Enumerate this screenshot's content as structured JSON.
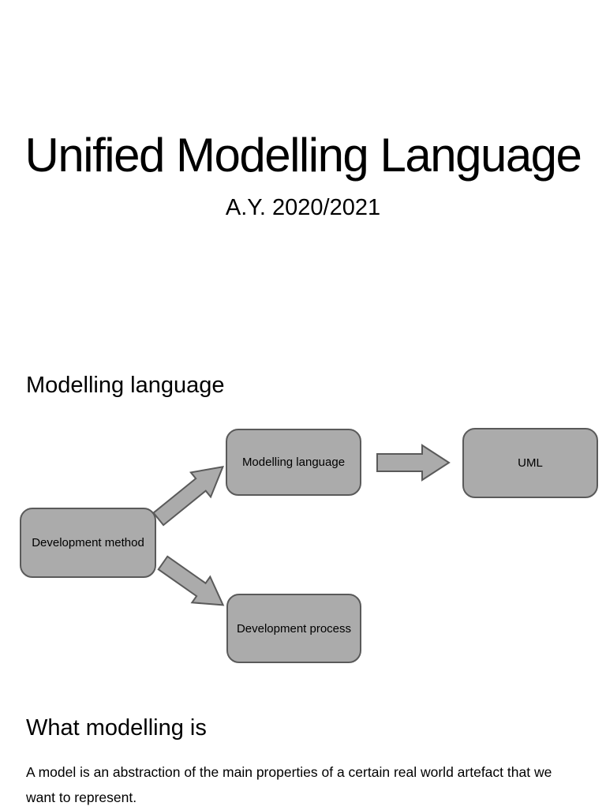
{
  "page": {
    "colors": {
      "page_bg": "#ffffff",
      "text_color": "#000000"
    }
  },
  "title": "Unified Modelling Language",
  "subtitle": "A.Y. 2020/2021",
  "sections": [
    {
      "heading": "Modelling language"
    },
    {
      "heading": "What modelling is",
      "body": "A model is an abstraction of the main properties of a certain real world artefact that we want to represent."
    }
  ],
  "diagram": {
    "nodes": [
      {
        "id": "development-method",
        "label": "Development method"
      },
      {
        "id": "modelling-language",
        "label": "Modelling language"
      },
      {
        "id": "uml",
        "label": "UML"
      },
      {
        "id": "development-process",
        "label": "Development process"
      }
    ],
    "edges": [
      {
        "from": "development-method",
        "to": "modelling-language"
      },
      {
        "from": "modelling-language",
        "to": "uml"
      },
      {
        "from": "development-method",
        "to": "development-process"
      }
    ],
    "colors": {
      "node_fill": "#ababab",
      "node_border": "#5a5a5a",
      "arrow_fill": "#ababab",
      "arrow_border": "#5a5a5a"
    }
  }
}
